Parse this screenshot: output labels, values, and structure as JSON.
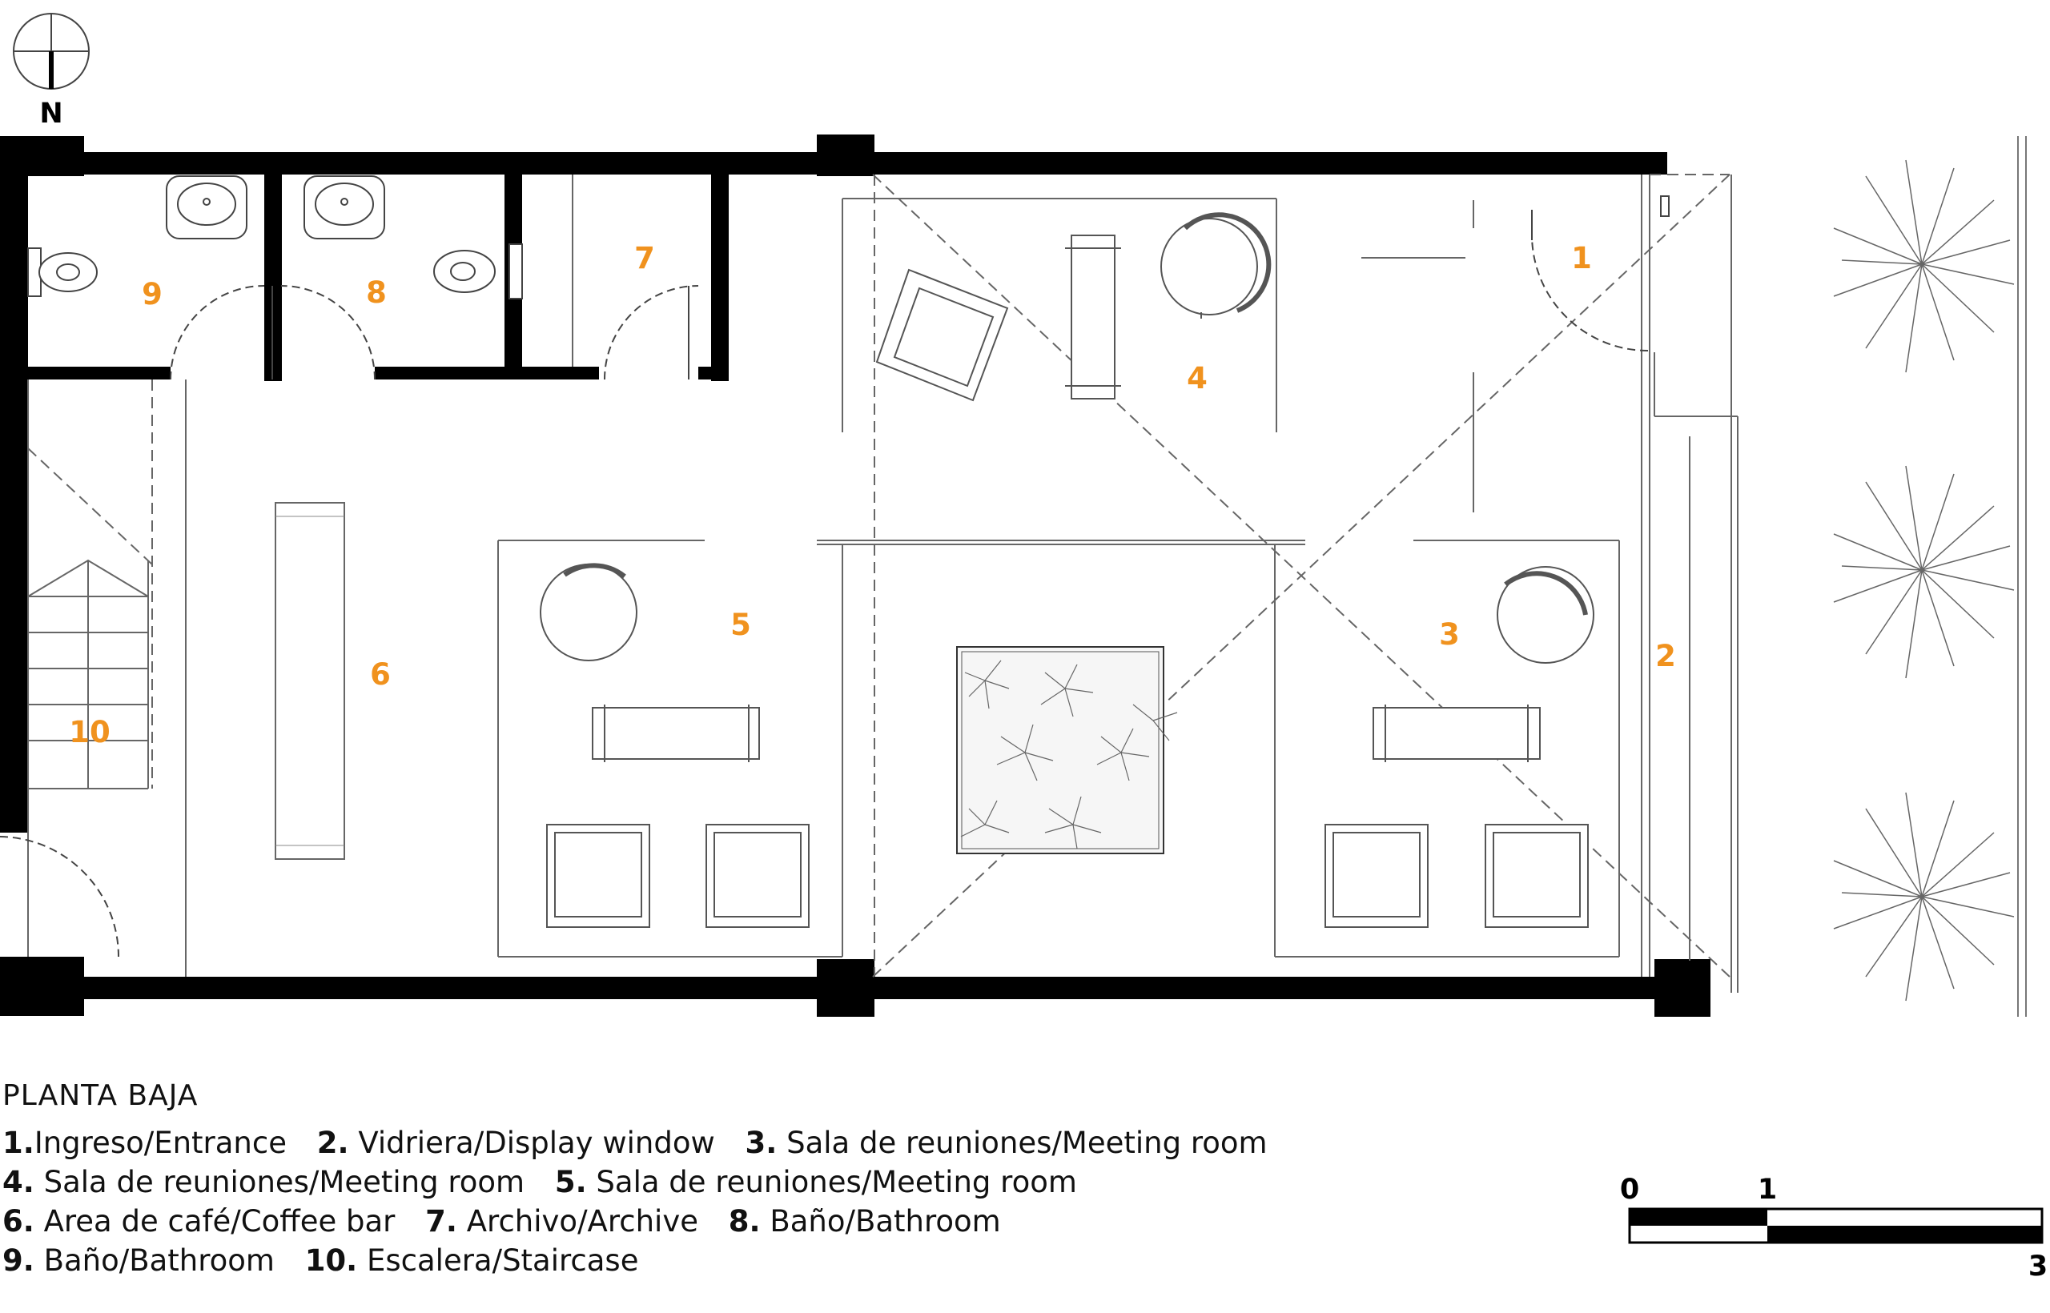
{
  "compass": {
    "label": "N"
  },
  "rooms": [
    {
      "id": "1",
      "label": "1"
    },
    {
      "id": "2",
      "label": "2"
    },
    {
      "id": "3",
      "label": "3"
    },
    {
      "id": "4",
      "label": "4"
    },
    {
      "id": "5",
      "label": "5"
    },
    {
      "id": "6",
      "label": "6"
    },
    {
      "id": "7",
      "label": "7"
    },
    {
      "id": "8",
      "label": "8"
    },
    {
      "id": "9",
      "label": "9"
    },
    {
      "id": "10",
      "label": "10"
    }
  ],
  "legend": {
    "title": "PLANTA BAJA",
    "lines": [
      [
        {
          "num": "1.",
          "text": "Ingreso/Entrance"
        },
        {
          "num": "2.",
          "text": "Vidriera/Display window"
        },
        {
          "num": "3.",
          "text": "Sala de reuniones/Meeting room"
        }
      ],
      [
        {
          "num": "4.",
          "text": "Sala de reuniones/Meeting room"
        },
        {
          "num": "5.",
          "text": "Sala de reuniones/Meeting room"
        }
      ],
      [
        {
          "num": "6.",
          "text": "Area de café/Coffee bar"
        },
        {
          "num": "7.",
          "text": "Archivo/Archive"
        },
        {
          "num": "8.",
          "text": "Baño/Bathroom"
        }
      ],
      [
        {
          "num": "9.",
          "text": "Baño/Bathroom"
        },
        {
          "num": "10.",
          "text": "Escalera/Staircase"
        }
      ]
    ]
  },
  "scale_bar": {
    "tick_0": "0",
    "tick_1": "1",
    "tick_3": "3"
  },
  "colors": {
    "room_number": "#f0921e",
    "wall": "#000000",
    "line": "#555555"
  }
}
